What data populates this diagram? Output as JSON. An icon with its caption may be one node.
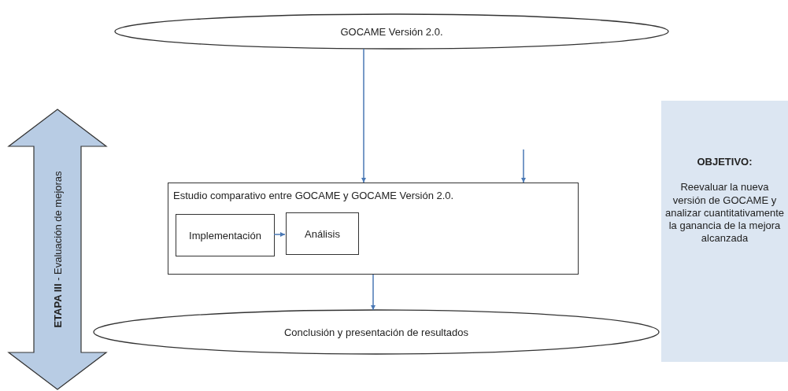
{
  "diagram": {
    "nodes": [
      {
        "text": [
          "GOCAME Versión 2.0."
        ]
      },
      {
        "text": [
          "**ETAPA III** - Evaluación de mejoras"
        ]
      },
      {
        "text": [
          "Estudio comparativo entre GOCAME y GOCAME Versión 2.0."
        ]
      },
      {
        "text": [
          "Implementación"
        ],
        "in": 2
      },
      {
        "text": [
          "Análisis"
        ],
        "in": 2
      },
      {
        "text": [
          "Conclusión y presentación de resultados"
        ]
      },
      {
        "text": [
          "OBJETIVO:",
          "Reevaluar la nueva versión de GOCAME y analizar cuantitativamente la ganancia de la mejora alcanzada"
        ]
      }
    ],
    "edges": [
      {
        "from": 0,
        "to": 2,
        "arrow": "to"
      },
      {
        "from": null,
        "to": 2,
        "arrow": "to"
      },
      {
        "from": 3,
        "to": 4,
        "arrow": "to"
      },
      {
        "from": 2,
        "to": 5,
        "arrow": "to"
      }
    ]
  }
}
